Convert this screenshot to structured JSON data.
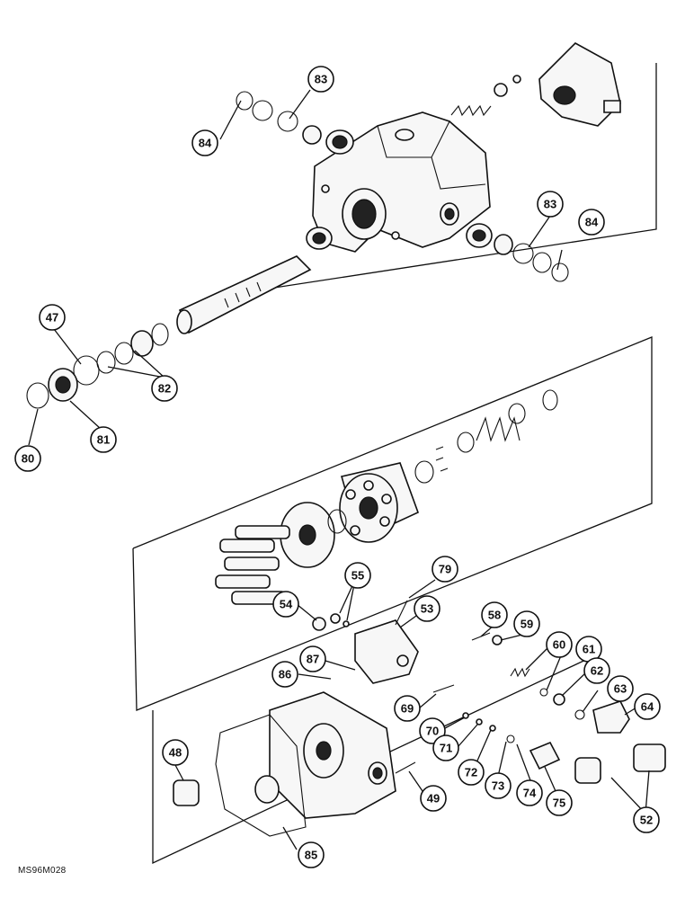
{
  "diagram": {
    "reference_code": "MS96M028",
    "callouts": [
      "84",
      "83",
      "83",
      "84",
      "47",
      "82",
      "81",
      "80",
      "55",
      "79",
      "54",
      "53",
      "58",
      "59",
      "60",
      "61",
      "62",
      "63",
      "64",
      "87",
      "86",
      "69",
      "70",
      "71",
      "72",
      "73",
      "74",
      "75",
      "48",
      "49",
      "52",
      "85"
    ]
  }
}
